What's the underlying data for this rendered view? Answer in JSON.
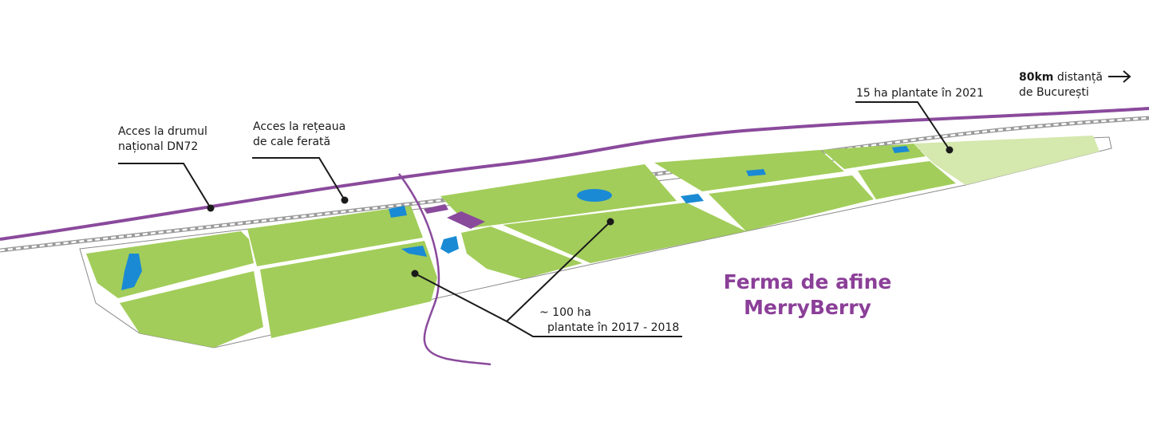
{
  "colors": {
    "field": "#a2cd5a",
    "field_new": "#d5e8ae",
    "water": "#1a8ad4",
    "road": "#8a4a9c",
    "railway": "#8a8a8a",
    "paths": "#ffffff",
    "title": "#8b3f98"
  },
  "labels": {
    "road_access": [
      "Acces la drumul",
      "național DN72"
    ],
    "rail_access": [
      "Acces la rețeaua",
      "de cale ferată"
    ],
    "new_area": "15 ha plantate în 2021",
    "distance_value": "80km",
    "distance_text": "distanță",
    "distance_city": "de București",
    "main_area": [
      "~ 100 ha",
      "plantate în 2017 - 2018"
    ]
  },
  "title": {
    "line1": "Ferma de afine",
    "line2": "MerryBerry"
  },
  "icons": [
    "right-arrow-icon"
  ]
}
